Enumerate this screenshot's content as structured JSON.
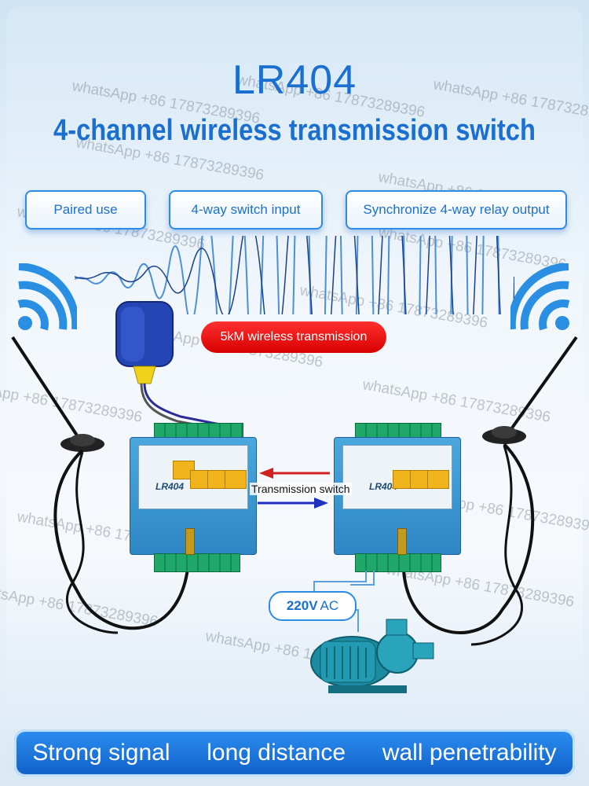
{
  "header": {
    "title": "LR404",
    "subtitle": "4-channel wireless transmission switch"
  },
  "features": [
    {
      "label": "Paired use"
    },
    {
      "label": "4-way switch input"
    },
    {
      "label": "Synchronize 4-way relay output"
    }
  ],
  "wireless_badge": "5kM wireless transmission",
  "transmission_label": "Transmission switch",
  "device_model": "LR404",
  "voltage": {
    "value": "220V",
    "unit": "AC"
  },
  "watermark": "whatsApp +86 17873289396",
  "bottom_banner": [
    "Strong signal",
    "long distance",
    "wall penetrability"
  ],
  "colors": {
    "accent": "#1a6fd0",
    "badge": "#e00000",
    "banner": "#1f78e0"
  }
}
